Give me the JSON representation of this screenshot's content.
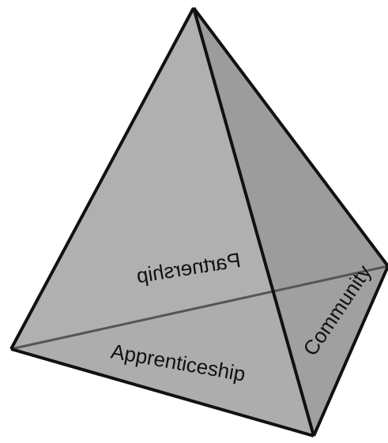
{
  "diagram": {
    "shape": "tetrahedron",
    "faces": [
      {
        "name": "left-face",
        "color": "#b0b0b0"
      },
      {
        "name": "right-face",
        "color": "#9c9c9c"
      },
      {
        "name": "bottom-face",
        "color": "#a8a8a8"
      }
    ],
    "labels": {
      "partnership": "Partnership",
      "apprenticeship": "Apprenticeship",
      "community": "Community"
    },
    "edge_color": "#111111",
    "hidden_edge_color": "#555555"
  }
}
